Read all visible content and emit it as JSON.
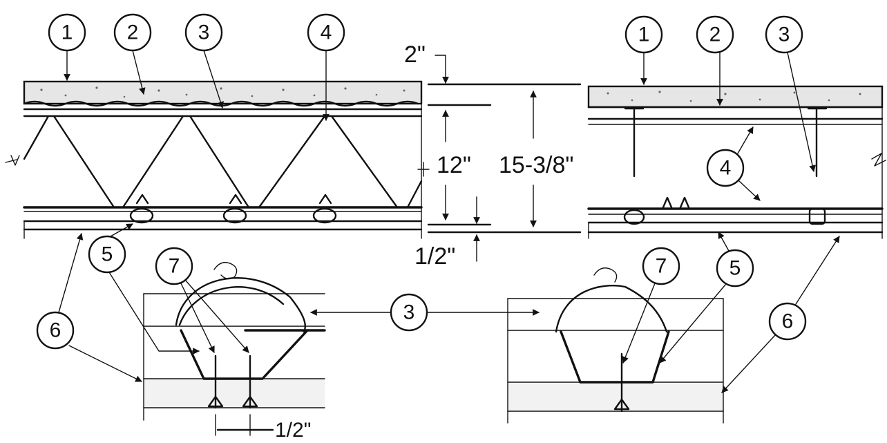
{
  "callouts": {
    "left_top": [
      "1",
      "2",
      "3",
      "4"
    ],
    "left_bottom": [
      "5",
      "6",
      "7"
    ],
    "right_top": [
      "1",
      "2",
      "3",
      "4"
    ],
    "right_mid": [
      "5",
      "6",
      "7"
    ],
    "center": "3"
  },
  "dimensions": {
    "top_gap": "2\"",
    "joist_depth": "12\"",
    "total_depth": "15-3/8\"",
    "bottom_gap": "1/2\"",
    "detail_spacing": "1/2\""
  },
  "colors": {
    "ink": "#111111",
    "concrete": "#e6e6e6",
    "paper": "#ffffff"
  }
}
